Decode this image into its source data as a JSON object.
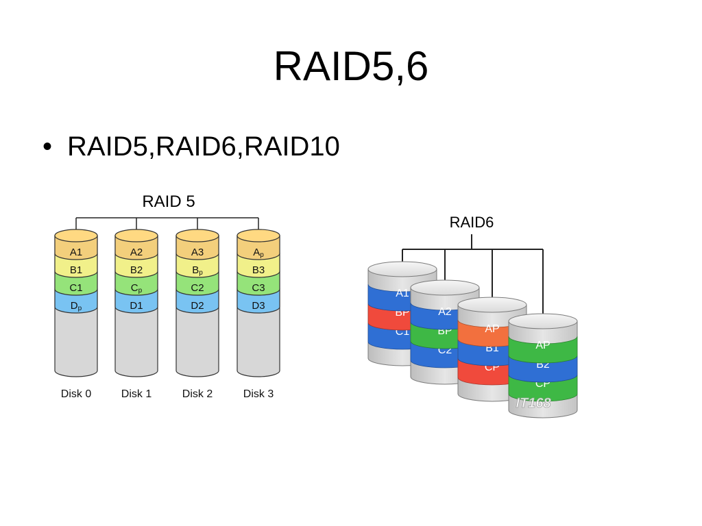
{
  "title": "RAID5,6",
  "bullet": "RAID5,RAID6,RAID10",
  "raid5": {
    "title": "RAID 5",
    "disks": [
      {
        "name": "Disk 0",
        "blocks": [
          [
            "A",
            "1"
          ],
          [
            "B",
            "1"
          ],
          [
            "C",
            "1"
          ],
          [
            "D",
            "p"
          ]
        ]
      },
      {
        "name": "Disk 1",
        "blocks": [
          [
            "A",
            "2"
          ],
          [
            "B",
            "2"
          ],
          [
            "C",
            "p"
          ],
          [
            "D",
            "1"
          ]
        ]
      },
      {
        "name": "Disk 2",
        "blocks": [
          [
            "A",
            "3"
          ],
          [
            "B",
            "p"
          ],
          [
            "C",
            "2"
          ],
          [
            "D",
            "2"
          ]
        ]
      },
      {
        "name": "Disk 3",
        "blocks": [
          [
            "A",
            "p"
          ],
          [
            "B",
            "3"
          ],
          [
            "C",
            "3"
          ],
          [
            "D",
            "3"
          ]
        ]
      }
    ],
    "row_colors": [
      "#f3cf7c",
      "#f1f08a",
      "#95e37a",
      "#79c3f2"
    ]
  },
  "raid6": {
    "title": "RAID6",
    "disks": [
      {
        "blocks": [
          {
            "label": "A1",
            "color": "#2f6fd4"
          },
          {
            "label": "BP",
            "color": "#f04a3c"
          },
          {
            "label": "C1",
            "color": "#2f6fd4"
          }
        ]
      },
      {
        "blocks": [
          {
            "label": "A2",
            "color": "#2f6fd4"
          },
          {
            "label": "BP",
            "color": "#3eb845"
          },
          {
            "label": "C2",
            "color": "#2f6fd4"
          }
        ]
      },
      {
        "blocks": [
          {
            "label": "AP",
            "color": "#f2703e"
          },
          {
            "label": "B1",
            "color": "#2f6fd4"
          },
          {
            "label": "CP",
            "color": "#f04a3c"
          }
        ]
      },
      {
        "blocks": [
          {
            "label": "AP",
            "color": "#3eb845"
          },
          {
            "label": "B2",
            "color": "#2f6fd4"
          },
          {
            "label": "CP",
            "color": "#3eb845"
          }
        ]
      }
    ],
    "watermark": "IT168"
  }
}
